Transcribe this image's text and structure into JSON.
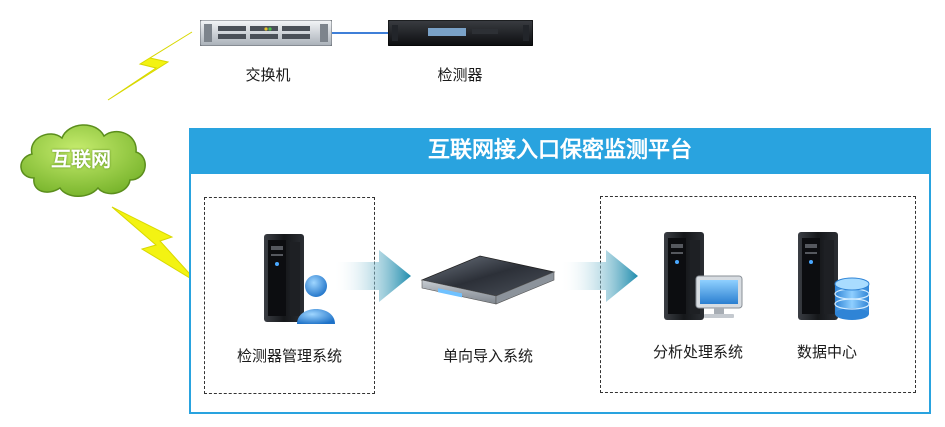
{
  "top": {
    "switch_label": "交换机",
    "detector_label": "检测器"
  },
  "cloud": {
    "label": "互联网"
  },
  "platform": {
    "title": "互联网接入口保密监测平台",
    "management_label": "检测器管理系统",
    "gateway_label": "单向导入系统",
    "analysis_label": "分析处理系统",
    "datacenter_label": "数据中心"
  },
  "colors": {
    "panel_blue": "#29a3df",
    "cloud_green": "#9ed24a",
    "bolt_yellow": "#f3f312",
    "arrow_teal": "#1f8cad"
  }
}
